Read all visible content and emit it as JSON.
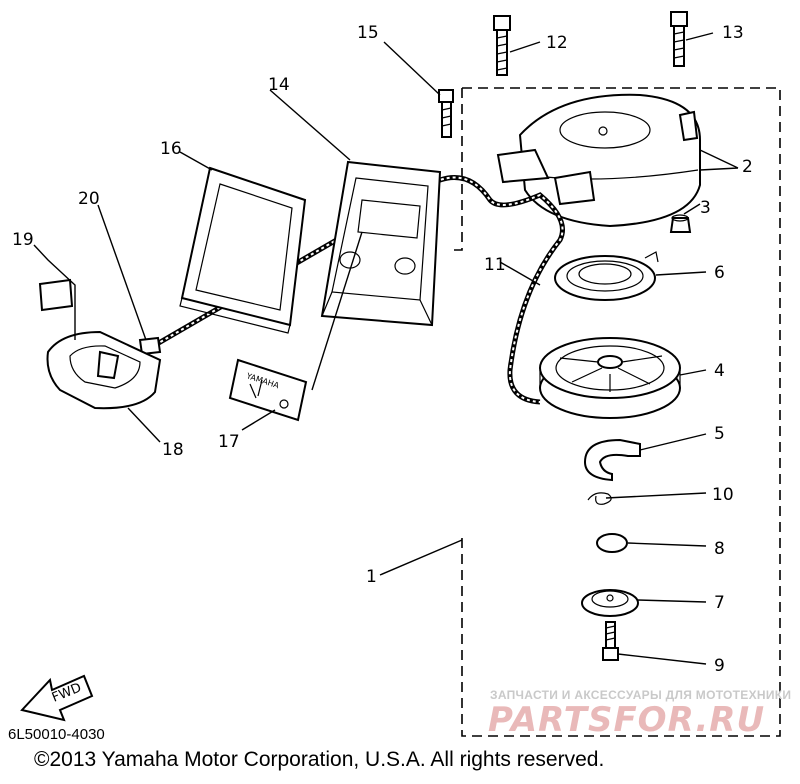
{
  "callouts": [
    "1",
    "2",
    "3",
    "4",
    "5",
    "6",
    "7",
    "8",
    "9",
    "10",
    "11",
    "12",
    "13",
    "14",
    "15",
    "16",
    "17",
    "18",
    "19",
    "20"
  ],
  "label_text": {
    "brand": "YAMAHA",
    "arrow": "FWD"
  },
  "drawing_code": "6L50010-4030",
  "copyright": "©2013 Yamaha Motor Corporation, U.S.A. All rights reserved.",
  "watermark": {
    "tagline": "ЗАПЧАСТИ И АКСЕССУАРЫ ДЛЯ МОТОТЕХНИКИ",
    "logo": "PARTSFOR.RU"
  },
  "colors": {
    "ink": "#000000",
    "watermark_grey": "#c9c9c9",
    "watermark_red": "#e9b9b9"
  }
}
